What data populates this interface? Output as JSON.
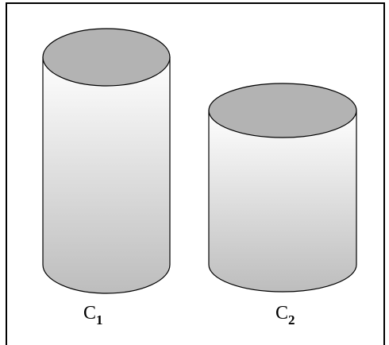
{
  "figure": {
    "cylinders": [
      {
        "name": "C",
        "subscript": "1"
      },
      {
        "name": "C",
        "subscript": "2"
      }
    ],
    "colors": {
      "frame": "#000000",
      "outline": "#000000",
      "top_fill": "#b3b3b3",
      "body_light": "#ffffff",
      "body_dark": "#bdbdbd"
    }
  }
}
